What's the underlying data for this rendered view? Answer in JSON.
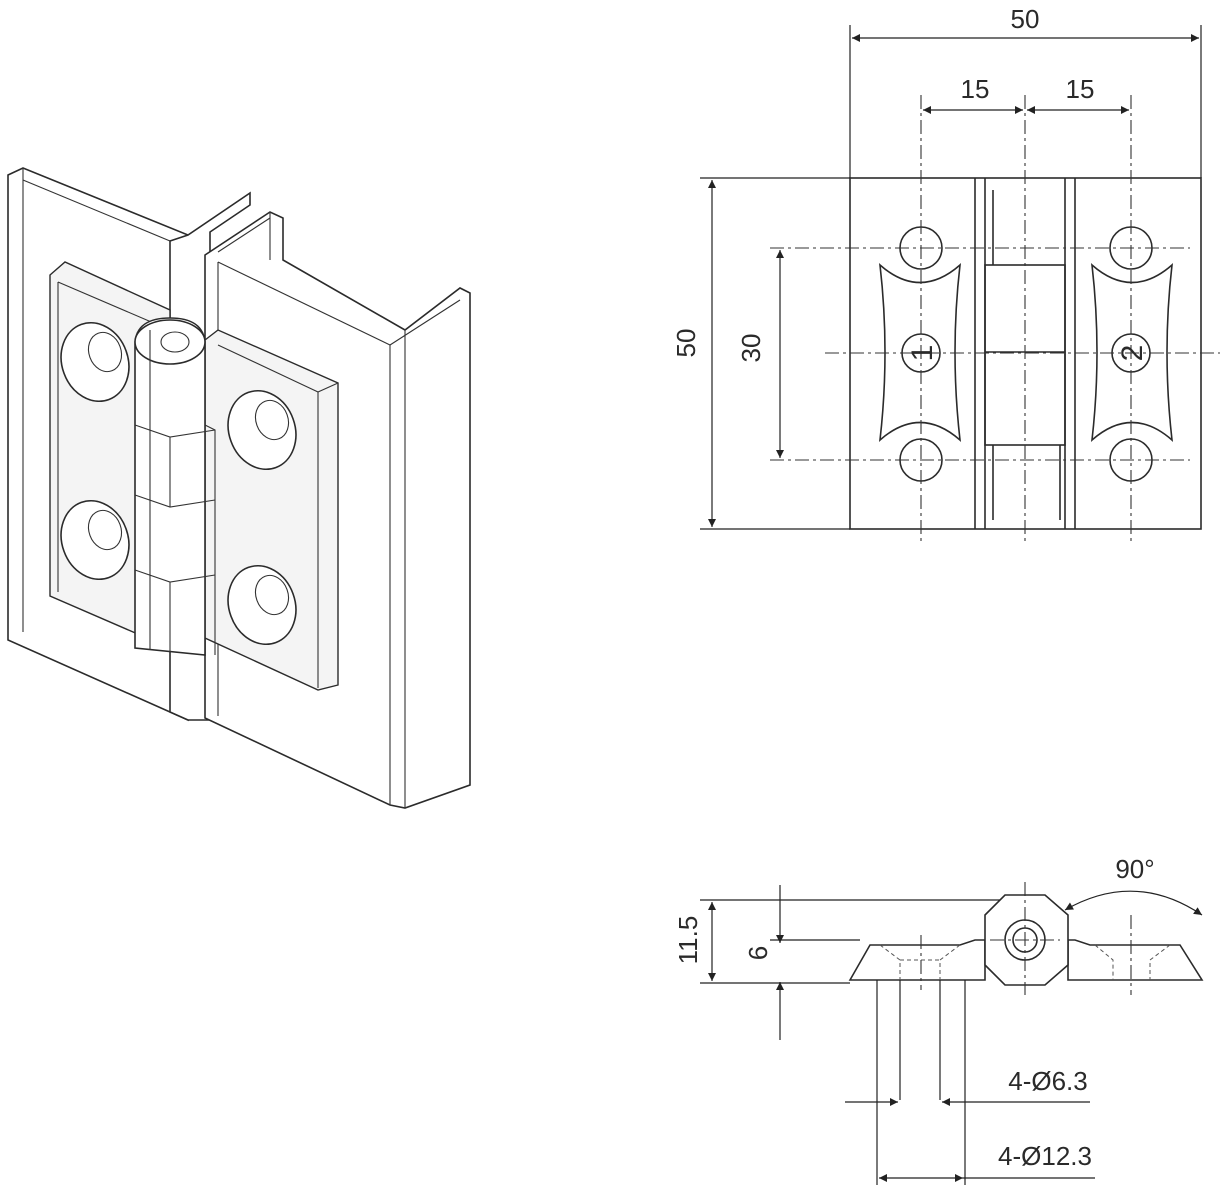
{
  "front_view": {
    "width_total": "50",
    "spacing_left": "15",
    "spacing_right": "15",
    "height_total": "50",
    "hole_spacing": "30",
    "leaf_left_mark": "1",
    "leaf_right_mark": "2"
  },
  "side_view": {
    "angle": "90°",
    "thickness_total": "11.5",
    "leaf_thickness": "6",
    "hole_small": "4-Ø6.3",
    "hole_large": "4-Ø12.3"
  }
}
